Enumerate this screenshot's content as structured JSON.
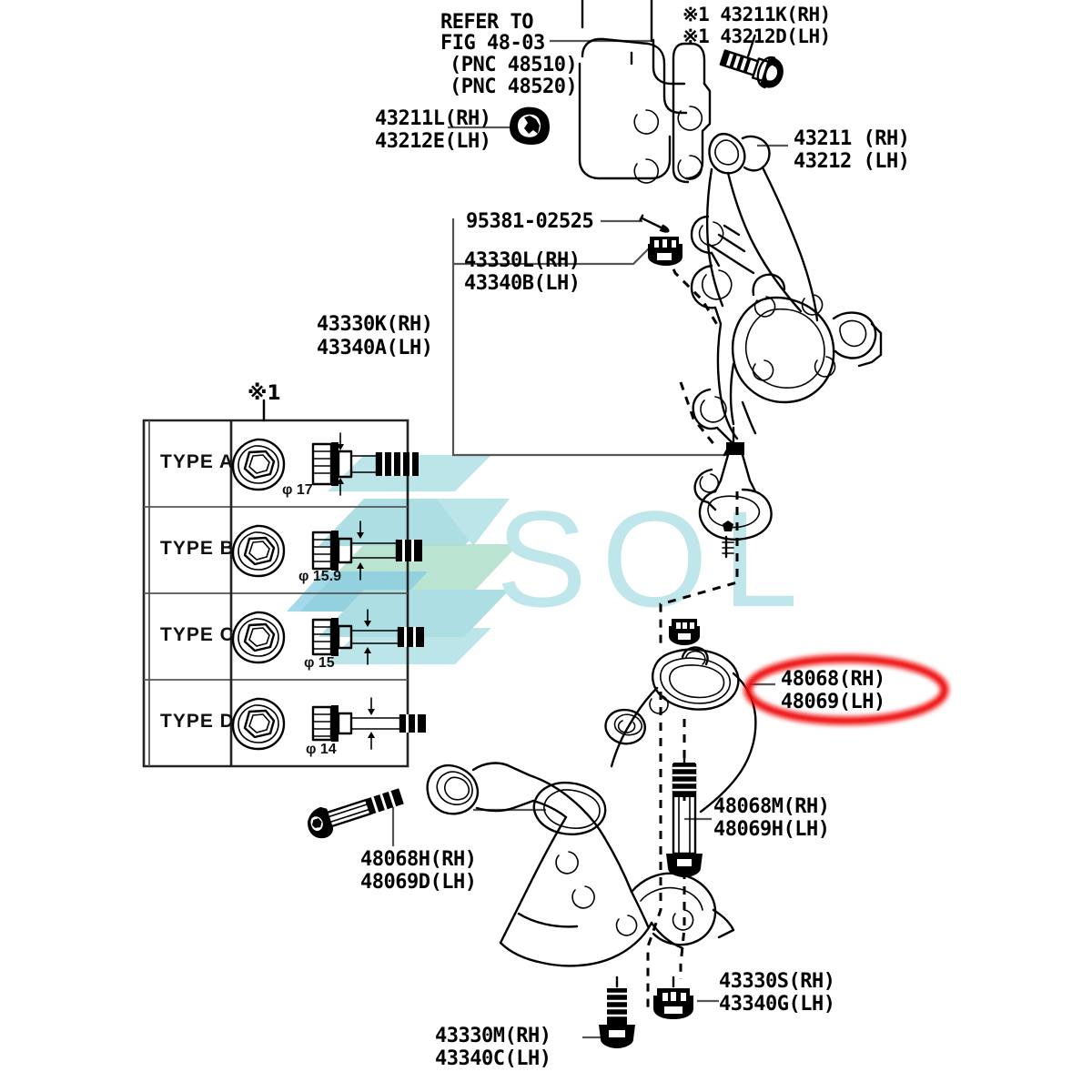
{
  "diagram": {
    "title": "Toyota Front Suspension Lower Arm / Steering Knuckle Parts Diagram",
    "highlight_color": "#ee1111",
    "line_color": "#000000",
    "watermark": {
      "text": "SOL",
      "logo_colors": [
        "#a8dde2",
        "#a9ddc6",
        "#7fc9e0"
      ],
      "text_color": "#bfe6ea"
    }
  },
  "notes": {
    "refer_line_1": "REFER TO",
    "refer_line_2": "FIG 48-03",
    "refer_line_3": "(PNC 48510)",
    "refer_line_4": "(PNC 48520)",
    "star_mark": "※1"
  },
  "labels": {
    "knuckle_nut": {
      "rh": "43211L(RH)",
      "lh": "43212E(LH)"
    },
    "strut_bolt": {
      "rh": "※1 43211K(RH)",
      "lh": "※1 43212D(LH)"
    },
    "knuckle": {
      "rh": "43211 (RH)",
      "lh": "43212 (LH)"
    },
    "cotter_pin": {
      "pn": "95381-02525"
    },
    "tie_rod_nut": {
      "rh": "43330L(RH)",
      "lh": "43340B(LH)"
    },
    "ball_joint": {
      "rh": "43330K(RH)",
      "lh": "43340A(LH)"
    },
    "lower_arm": {
      "rh": "48068(RH)",
      "lh": "48069(LH)"
    },
    "front_bush_bolt": {
      "rh": "48068H(RH)",
      "lh": "48069D(LH)"
    },
    "rear_bolt": {
      "rh": "48068M(RH)",
      "lh": "48069H(LH)"
    },
    "lower_nut": {
      "rh": "43330S(RH)",
      "lh": "43340G(LH)"
    },
    "lower_bolt": {
      "rh": "43330M(RH)",
      "lh": "43340C(LH)"
    }
  },
  "type_table": {
    "header_mark": "※1",
    "rows": [
      {
        "name": "TYPE  A",
        "diameter": "φ 17"
      },
      {
        "name": "TYPE  B",
        "diameter": "φ 15.9"
      },
      {
        "name": "TYPE  C",
        "diameter": "φ 15"
      },
      {
        "name": "TYPE  D",
        "diameter": "φ 14"
      }
    ]
  }
}
